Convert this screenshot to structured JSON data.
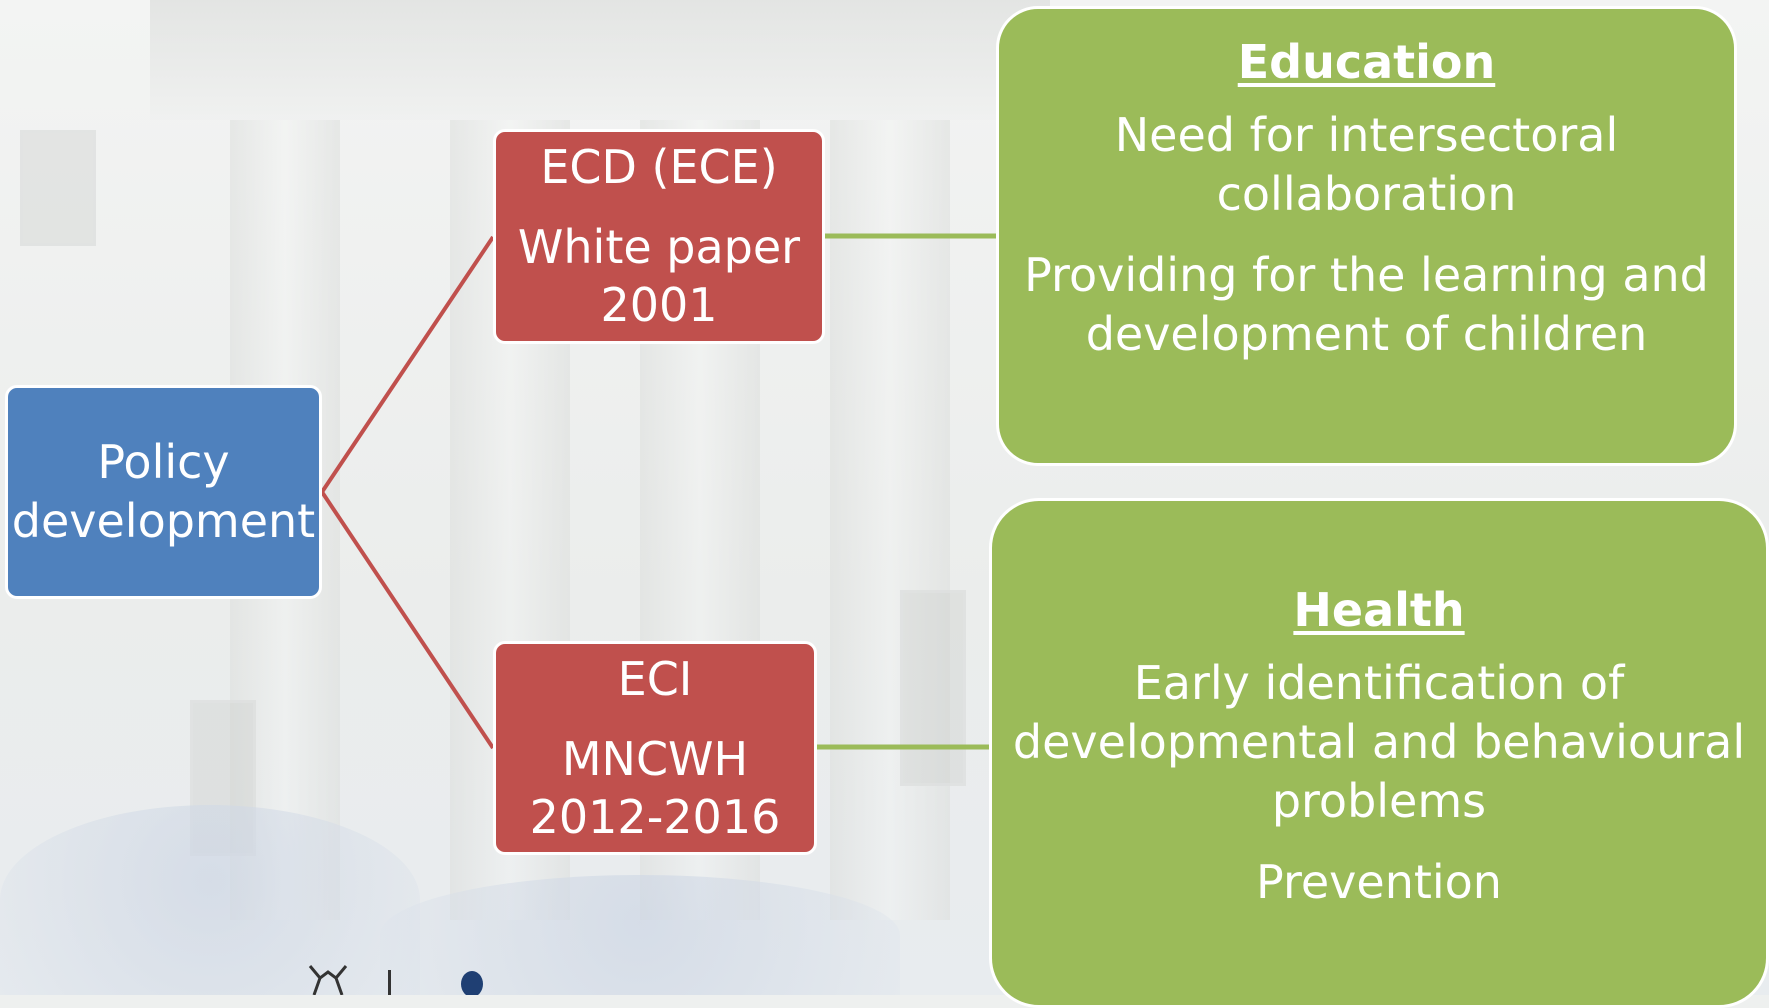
{
  "diagram": {
    "root": {
      "lines": [
        "Policy",
        "development"
      ]
    },
    "branches": [
      {
        "lines_top": [
          "ECD (ECE)"
        ],
        "lines_bottom": [
          "White paper",
          "2001"
        ]
      },
      {
        "lines_top": [
          "ECI"
        ],
        "lines_bottom": [
          "MNCWH",
          "2012-2016"
        ]
      }
    ],
    "details": [
      {
        "heading": "Education",
        "paragraphs": [
          [
            "Need for intersectoral",
            "collaboration"
          ],
          [
            "Providing for the learning and",
            "development of children"
          ]
        ]
      },
      {
        "heading": "Health",
        "paragraphs": [
          [
            "Early identification of",
            "developmental and behavioural",
            "problems"
          ],
          [
            "Prevention"
          ]
        ]
      }
    ]
  },
  "colors": {
    "root": "#4f81bd",
    "branch": "#c0504d",
    "detail": "#9bbb59",
    "branch_connector": "#c0504d",
    "detail_connector": "#9bbb59"
  }
}
